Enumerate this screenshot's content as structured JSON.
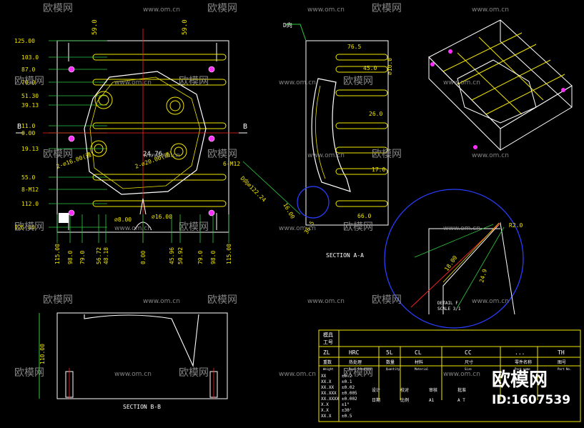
{
  "colors": {
    "background": "#000000",
    "yellow": "#f2e600",
    "green": "#2ecc40",
    "red": "#ff2020",
    "white": "#ffffff",
    "magenta": "#ff30ff",
    "blue": "#2a3dff",
    "watermark": "#9a9a9a",
    "cyan": "#00d8ff"
  },
  "watermark": {
    "brand": "欧模网",
    "url": "www.om.cn",
    "big_brand": "欧模网",
    "id": "ID:1607539"
  },
  "front_view": {
    "left_labels": [
      "125.00",
      "103.0",
      "87.0",
      "70.0",
      "51.30",
      "39.13",
      "11.0",
      "0.00",
      "19.13",
      "55.0",
      "8-M12",
      "112.0",
      "125.00"
    ],
    "bottom_labels": [
      "115.00",
      "98.0",
      "79.0",
      "56.72",
      "48.18",
      "0.00",
      "45.96",
      "50.92",
      "79.0",
      "98.0",
      "115.00"
    ],
    "top_labels": [
      "59.0",
      "59.0"
    ],
    "section_letter": "B",
    "annotations": {
      "center_dim": "24.76",
      "hole_callout_1": "2-⌀16.00(通)",
      "hole_callout_2": "2-⌀20.00(通)",
      "thread_callout": "6-M12",
      "d8": "⌀8.00",
      "d16": "⌀16.00"
    }
  },
  "section_aa": {
    "title": "SECTION A-A",
    "top_label": "D向",
    "labels": [
      "76.5",
      "45.0",
      "⌀10.0",
      "26.0",
      "17.0",
      "66.0"
    ],
    "angle_labels": [
      "D向⌀122.24",
      "16.00",
      "36.5"
    ]
  },
  "section_bb": {
    "title": "SECTION B-B",
    "height_label": "110.00"
  },
  "detail_view": {
    "labels": [
      "R2.0",
      "18.00",
      "24.9"
    ],
    "caption_1": "DETAIL F",
    "caption_2": "SCALE 3/1"
  },
  "title_block": {
    "row_top": [
      "模具",
      "工号"
    ],
    "header": [
      "ZL",
      "HRC",
      "5L",
      "CL",
      "CC",
      "...",
      "TH"
    ],
    "header_cn": [
      "重数",
      "热处理",
      "数量",
      "材料",
      "尺寸",
      "零件名称",
      "图号"
    ],
    "header_en": [
      "Weight",
      "Heat treatment",
      "Quantity",
      "Material",
      "Size",
      "Part name",
      "Part No."
    ],
    "tolerance": [
      "XX",
      "XX.X",
      "XX.XX",
      "XX.XXX",
      "XX.XXXX",
      "X.X",
      "X.X",
      "XX.X"
    ],
    "tolerance_vals": [
      "±0.2",
      "±0.1",
      "±0.02",
      "±0.005",
      "±0.002",
      "±1°",
      "±30'",
      "±0.5"
    ],
    "misc": [
      "设计",
      "校对",
      "审核",
      "批准",
      "日期",
      "比例",
      "A1",
      "A T"
    ]
  }
}
